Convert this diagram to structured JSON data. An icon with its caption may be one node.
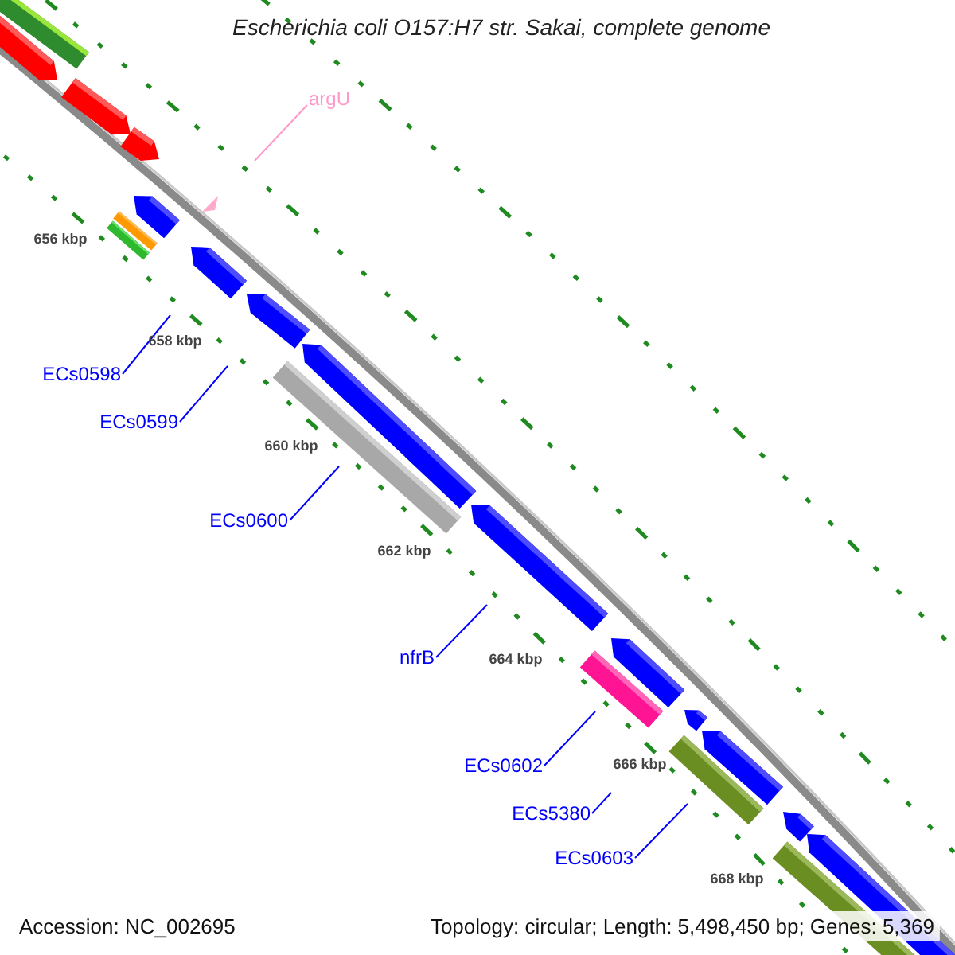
{
  "diagram": {
    "title": "Escherichia coli O157:H7 str. Sakai, complete genome",
    "nodes": [
      {
        "text": [
          "argU"
        ]
      },
      {
        "text": [
          "ECs0598"
        ]
      },
      {
        "text": [
          "ECs0599"
        ]
      },
      {
        "text": [
          "ECs0600"
        ]
      },
      {
        "text": [
          "nfrB"
        ]
      },
      {
        "text": [
          "ECs0602"
        ]
      },
      {
        "text": [
          "ECs5380"
        ]
      },
      {
        "text": [
          "ECs0603"
        ]
      }
    ],
    "edges": [
      {
        "from": 0,
        "to": null,
        "arrow": "none",
        "color": "#ff99cc"
      },
      {
        "from": 1,
        "to": null,
        "arrow": "none"
      },
      {
        "from": 2,
        "to": null,
        "arrow": "none"
      },
      {
        "from": 3,
        "to": null,
        "arrow": "none"
      },
      {
        "from": 4,
        "to": null,
        "arrow": "none"
      },
      {
        "from": 5,
        "to": null,
        "arrow": "none"
      },
      {
        "from": 6,
        "to": null,
        "arrow": "none"
      },
      {
        "from": 7,
        "to": null,
        "arrow": "none"
      }
    ],
    "labels": [
      "656 kbp",
      "658 kbp",
      "660 kbp",
      "662 kbp",
      "664 kbp",
      "666 kbp",
      "668 kbp",
      "Accession: NC_002695",
      "Topology: circular; Length: 5,498,450 bp; Genes: 5,369"
    ]
  }
}
